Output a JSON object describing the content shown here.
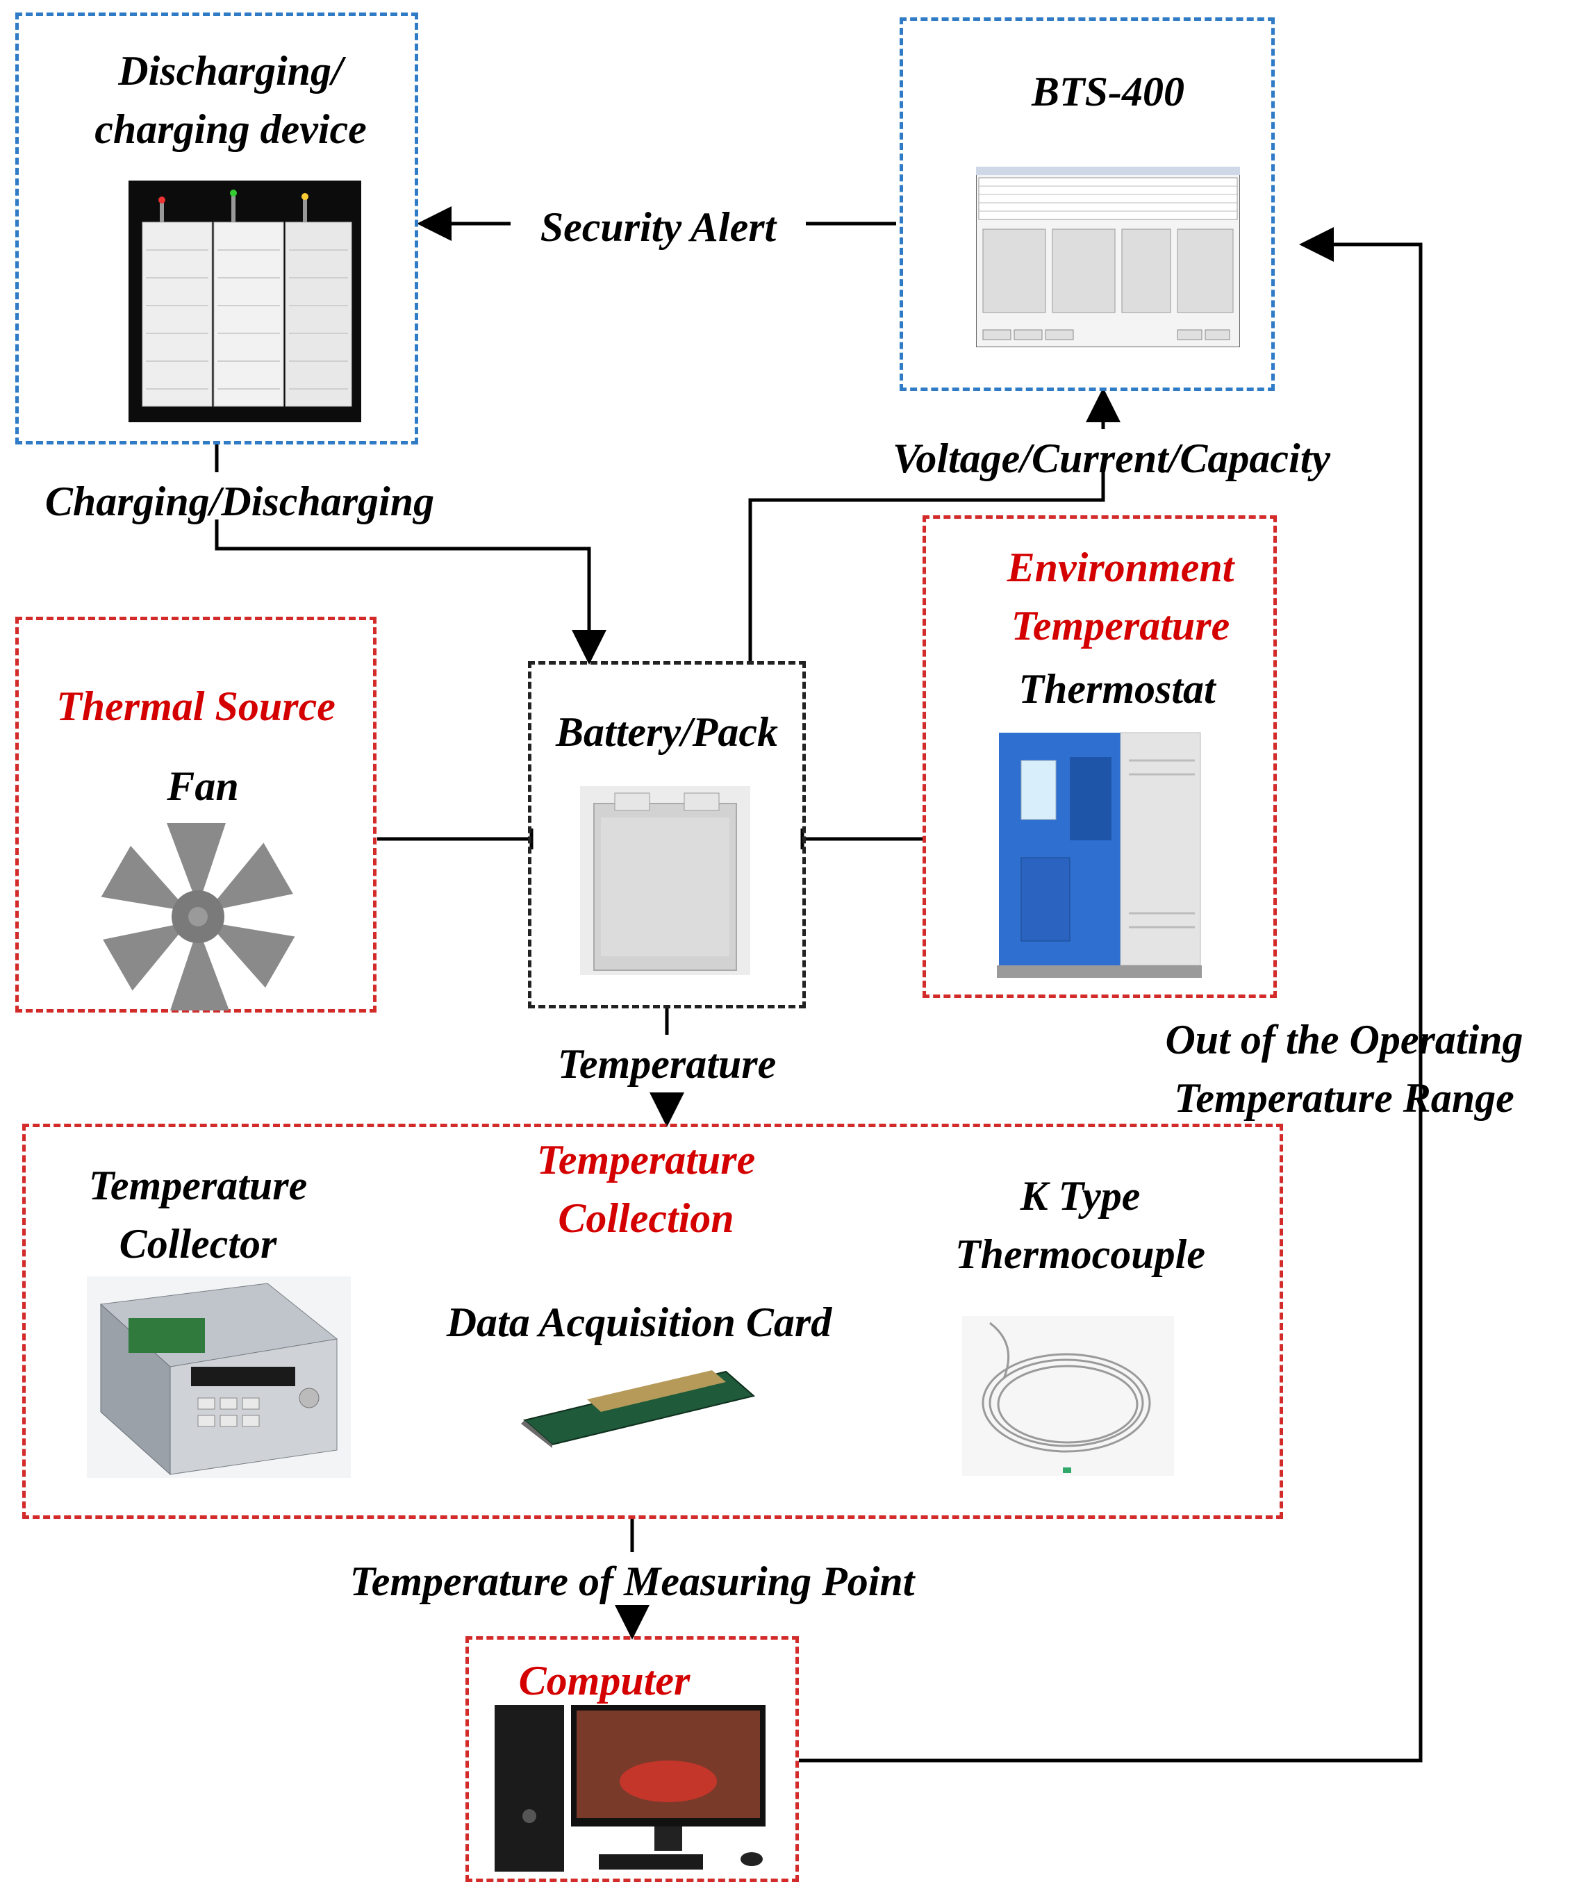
{
  "nodes": {
    "charger": {
      "title": "Discharging/\ncharging device",
      "image": "battery-tester-cabinets"
    },
    "bts": {
      "title": "BTS-400",
      "image": "software-window-screenshot"
    },
    "battery": {
      "title": "Battery/Pack",
      "image": "pouch-cell"
    },
    "thermal": {
      "title": "Thermal  Source",
      "subtitle": "Fan",
      "image": "fan-icon"
    },
    "environment": {
      "title": "Environment\nTemperature",
      "subtitle": "Thermostat",
      "image": "climate-chamber"
    },
    "collection": {
      "title": "Temperature\nCollection",
      "items": [
        {
          "label": "Temperature\nCollector",
          "image": "data-logger"
        },
        {
          "label": "Data Acquisition Card",
          "image": "daq-card"
        },
        {
          "label": "K Type\nThermocouple",
          "image": "thermocouple-wire"
        }
      ]
    },
    "computer": {
      "title": "Computer",
      "image": "desktop-pc"
    }
  },
  "edges": {
    "security_alert": "Security Alert",
    "charging_discharging": "Charging/Discharging",
    "voltage_current_capacity": "Voltage/Current/Capacity",
    "temperature": "Temperature",
    "temperature_measuring_point": "Temperature of Measuring Point",
    "out_of_range": "Out of the Operating\nTemperature Range"
  },
  "colors": {
    "blue_border": "#2f7bc6",
    "red_border": "#d32a2a",
    "red_text": "#d40000",
    "black": "#000000"
  }
}
